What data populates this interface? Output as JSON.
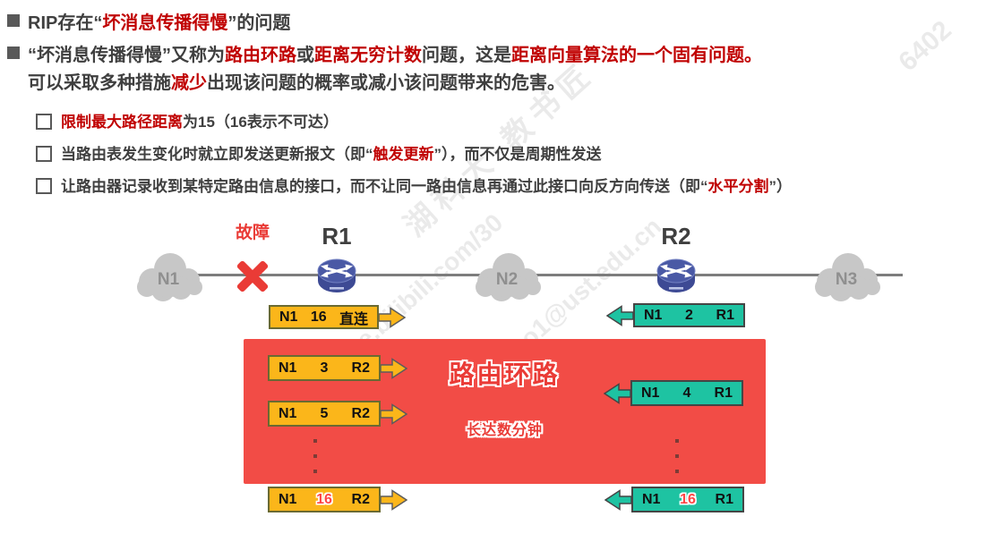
{
  "colors": {
    "text_dark": "#3F3F3F",
    "text_red": "#C00000",
    "diagram_red": "#EA3B36",
    "panel_red": "#F24C46",
    "yellow": "#FBB61A",
    "teal": "#1EC3A2",
    "router_blue": "#4A59A5",
    "cloud_gray": "#C7C7C7",
    "line_gray": "#7D7D7D"
  },
  "bullets": {
    "b1": {
      "segs": [
        {
          "t": "RIP存在“"
        },
        {
          "t": "坏消息传播得慢",
          "red": true
        },
        {
          "t": "”的问题"
        }
      ]
    },
    "b2": {
      "line1": [
        {
          "t": "“坏消息传播得慢”又称为"
        },
        {
          "t": "路由环路",
          "red": true
        },
        {
          "t": "或"
        },
        {
          "t": "距离无穷计数",
          "red": true
        },
        {
          "t": "问题，这是"
        },
        {
          "t": "距离向量算法的一个固有问题。",
          "red": true
        }
      ],
      "line2": [
        {
          "t": "可以采取多种措施"
        },
        {
          "t": "减少",
          "red": true
        },
        {
          "t": "出现该问题的概率或减小该问题带来的危害。"
        }
      ]
    },
    "c1": {
      "segs": [
        {
          "t": "限制最大路径距离",
          "red": true
        },
        {
          "t": "为15（16表示不可达）"
        }
      ]
    },
    "c2": {
      "segs": [
        {
          "t": "当路由表发生变化时就立即发送更新报文（即“"
        },
        {
          "t": "触发更新",
          "red": true
        },
        {
          "t": "”），而不仅是周期性发送"
        }
      ]
    },
    "c3": {
      "segs": [
        {
          "t": "让路由器记录收到某特定路由信息的接口，而不让同一路由信息再通过此接口向反方向传送（即“"
        },
        {
          "t": "水平分割",
          "red": true
        },
        {
          "t": "”）"
        }
      ]
    }
  },
  "diagram": {
    "fault_label": "故障",
    "clouds": [
      {
        "label": "N1"
      },
      {
        "label": "N2"
      },
      {
        "label": "N3"
      }
    ],
    "routers": [
      {
        "label": "R1"
      },
      {
        "label": "R2"
      }
    ],
    "loop_title": "路由环路",
    "loop_subtitle": "长达数分钟",
    "tags": {
      "r1_poison": {
        "net": "N1",
        "metric": "16",
        "via": "直连"
      },
      "r2_before": {
        "net": "N1",
        "metric": "2",
        "via": "R1"
      },
      "r1_loop_a": {
        "net": "N1",
        "metric": "3",
        "via": "R2"
      },
      "r2_loop": {
        "net": "N1",
        "metric": "4",
        "via": "R1"
      },
      "r1_loop_b": {
        "net": "N1",
        "metric": "5",
        "via": "R2"
      },
      "r1_final": {
        "net": "N1",
        "metric": "16",
        "via": "R2"
      },
      "r2_final": {
        "net": "N1",
        "metric": "16",
        "via": "R1"
      }
    }
  },
  "watermarks": [
    {
      "text": "湖科大·教书匠"
    },
    {
      "text": "space.bilibili.com/30"
    },
    {
      "text": "o1@ust.edu.cn"
    },
    {
      "text": "6402"
    }
  ]
}
